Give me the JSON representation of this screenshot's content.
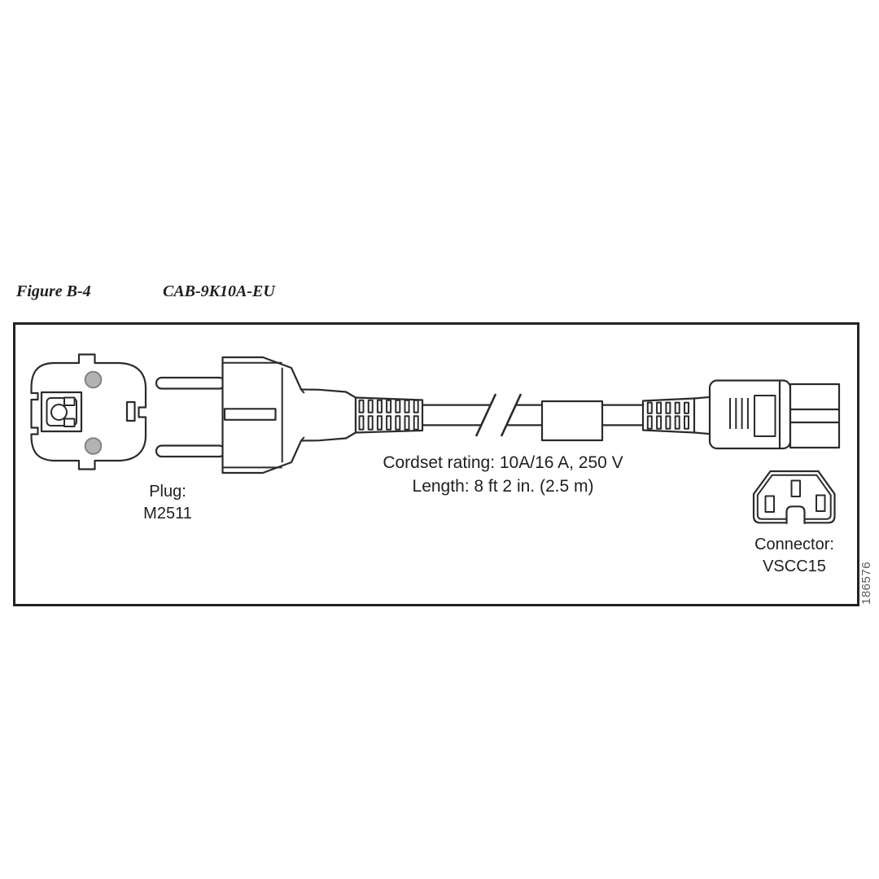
{
  "colors": {
    "background": "#ffffff",
    "line": "#2b2b2b",
    "frame": "#222222",
    "text": "#1f1f1f",
    "pin_fill": "#b3b3b3",
    "pin_stroke": "#828282",
    "figure_number": "#5a5a5a"
  },
  "figure_caption": {
    "label": "Figure B-4",
    "title": "CAB-9K10A-EU"
  },
  "diagram": {
    "plug_caption": {
      "line1": "Plug:",
      "line2": "M2511"
    },
    "cord_note": {
      "line1": "Cordset rating: 10A/16 A, 250 V",
      "line2": "Length: 8 ft 2 in. (2.5 m)"
    },
    "connector_caption": {
      "line1": "Connector:",
      "line2": "VSCC15"
    },
    "figure_number": "186576",
    "components": [
      "schuko-plug-front-view",
      "schuko-plug-side-view",
      "strain-relief-left",
      "cable-with-break-marks",
      "ferrite-bead",
      "strain-relief-right",
      "c15-connector-side-view",
      "c15-connector-front-view"
    ]
  }
}
